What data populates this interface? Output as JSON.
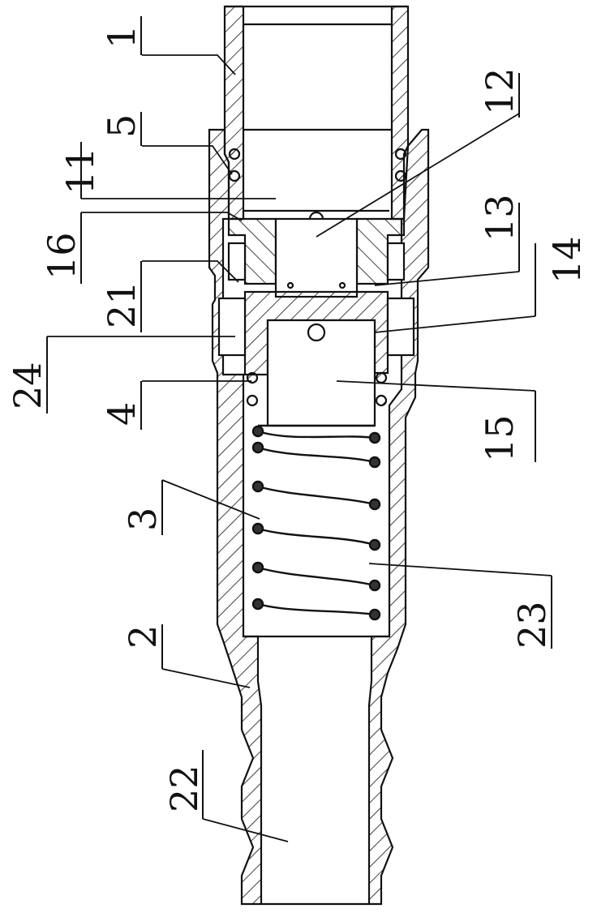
{
  "figure": {
    "labels": [
      {
        "id": "1",
        "text": "1"
      },
      {
        "id": "5",
        "text": "5"
      },
      {
        "id": "11",
        "text": "11"
      },
      {
        "id": "16",
        "text": "16"
      },
      {
        "id": "21",
        "text": "21"
      },
      {
        "id": "24",
        "text": "24"
      },
      {
        "id": "4",
        "text": "4"
      },
      {
        "id": "3",
        "text": "3"
      },
      {
        "id": "2",
        "text": "2"
      },
      {
        "id": "22",
        "text": "22"
      },
      {
        "id": "12",
        "text": "12"
      },
      {
        "id": "13",
        "text": "13"
      },
      {
        "id": "14",
        "text": "14"
      },
      {
        "id": "15",
        "text": "15"
      },
      {
        "id": "23",
        "text": "23"
      }
    ]
  },
  "colors": {
    "line": "#111111",
    "background": "#ffffff"
  }
}
